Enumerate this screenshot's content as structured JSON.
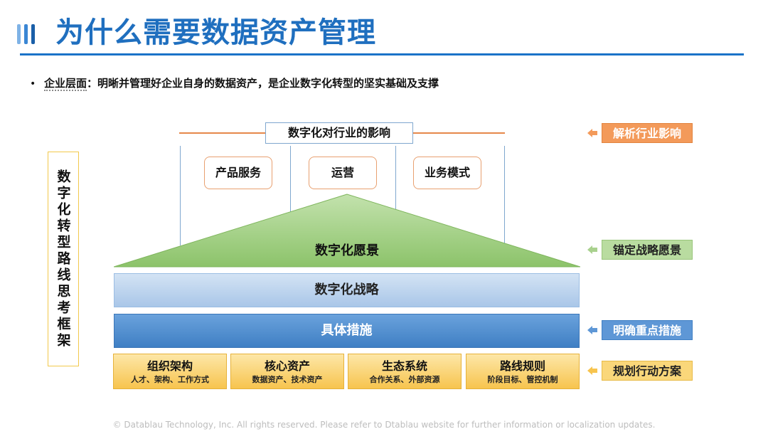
{
  "title": "为什么需要数据资产管理",
  "bullet": {
    "label": "企业层面",
    "colon": "：",
    "text": "明晰并管理好企业自身的数据资产，是企业数字化转型的坚实基础及支撑"
  },
  "side_label": "数字化转型路线思考框架",
  "impact": {
    "header": "数字化对行业的影响",
    "items": [
      "产品服务",
      "运营",
      "业务模式"
    ]
  },
  "vision": "数字化愿景",
  "strategy": "数字化战略",
  "measures": "具体措施",
  "pillars": [
    {
      "title": "组织架构",
      "sub": "人才、架构、工作方式"
    },
    {
      "title": "核心资产",
      "sub": "数据资产、技术资产"
    },
    {
      "title": "生态系统",
      "sub": "合作关系、外部资源"
    },
    {
      "title": "路线规则",
      "sub": "阶段目标、管控机制"
    }
  ],
  "tags": [
    {
      "label": "解析行业影响",
      "color": "#f39a5a"
    },
    {
      "label": "锚定战略愿景",
      "color": "#b9dca0"
    },
    {
      "label": "明确重点措施",
      "color": "#5e97d6"
    },
    {
      "label": "规划行动方案",
      "color": "#fad77a"
    }
  ],
  "colors": {
    "title": "#1f6fbf",
    "rule": "#1a73c8",
    "triangle": "#a9d18e"
  },
  "footer": "© Datablau Technology, Inc. All rights reserved.  Please refer to Dtablau website for further information or localization updates."
}
